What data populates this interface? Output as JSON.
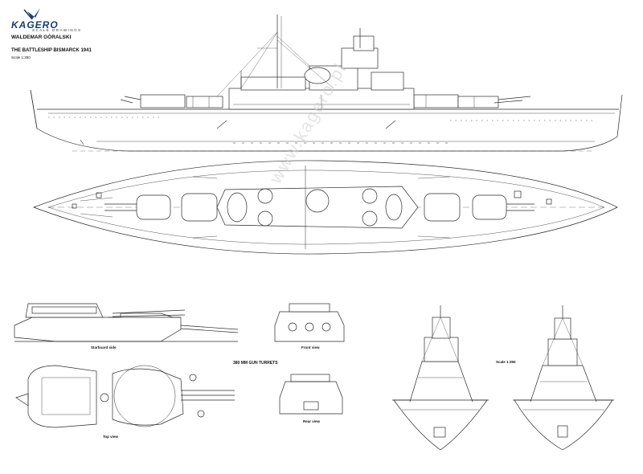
{
  "header": {
    "brand": "KAGERO",
    "brand_tagline": "SCALE DRAWINGS",
    "author": "WALDEMAR GÓRALSKI",
    "title": "THE BATTLESHIP BISMARCK 1941",
    "scale": "Scale 1:350"
  },
  "labels": {
    "starboard_side": "Starboard side",
    "front_view": "Front view",
    "turrets_title": "380 MM GUN TURRETS",
    "top_view": "Top view",
    "rear_view": "Rear view",
    "section_scale": "Scale 1:350"
  },
  "watermark": "www.kagero.pl",
  "colors": {
    "line": "#2a2a2a",
    "hull_fill": "#ffffff",
    "brand": "#1a3c6e"
  }
}
